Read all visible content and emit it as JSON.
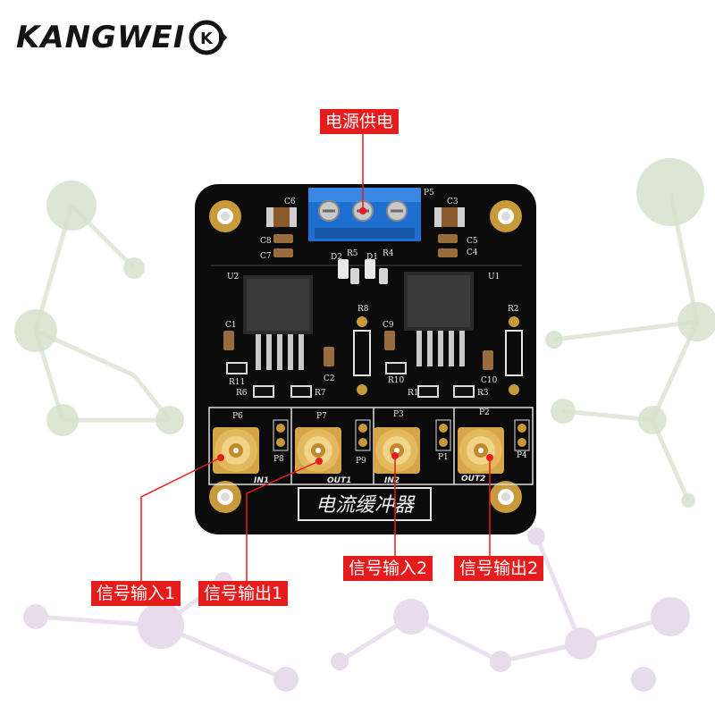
{
  "brand": {
    "name": "KANGWEI",
    "mark": "K",
    "accent": "#e61b1b"
  },
  "labels": {
    "power": "电源供电",
    "in1": "信号输入1",
    "out1": "信号输出1",
    "in2": "信号输入2",
    "out2": "信号输出2"
  },
  "board": {
    "title": "电流缓冲器",
    "color": "#0b0b0b",
    "silk": {
      "u1": "U1",
      "u2": "U2",
      "p1": "P1",
      "p2": "P2",
      "p3": "P3",
      "p4": "P4",
      "p5": "P5",
      "p6": "P6",
      "p7": "P7",
      "p8": "P8",
      "p9": "P9",
      "c1": "C1",
      "c2": "C2",
      "c3": "C3",
      "c4": "C4",
      "c5": "C5",
      "c6": "C6",
      "c7": "C7",
      "c8": "C8",
      "c9": "C9",
      "c10": "C10",
      "r1": "R1",
      "r2": "R2",
      "r3": "R3",
      "r4": "R4",
      "r5": "R5",
      "r6": "R6",
      "r7": "R7",
      "r8": "R8",
      "r10": "R10",
      "r11": "R11",
      "d1": "D1",
      "d2": "D2",
      "in1": "IN1",
      "out1": "OUT1",
      "in2": "IN2",
      "out2": "OUT2"
    }
  }
}
